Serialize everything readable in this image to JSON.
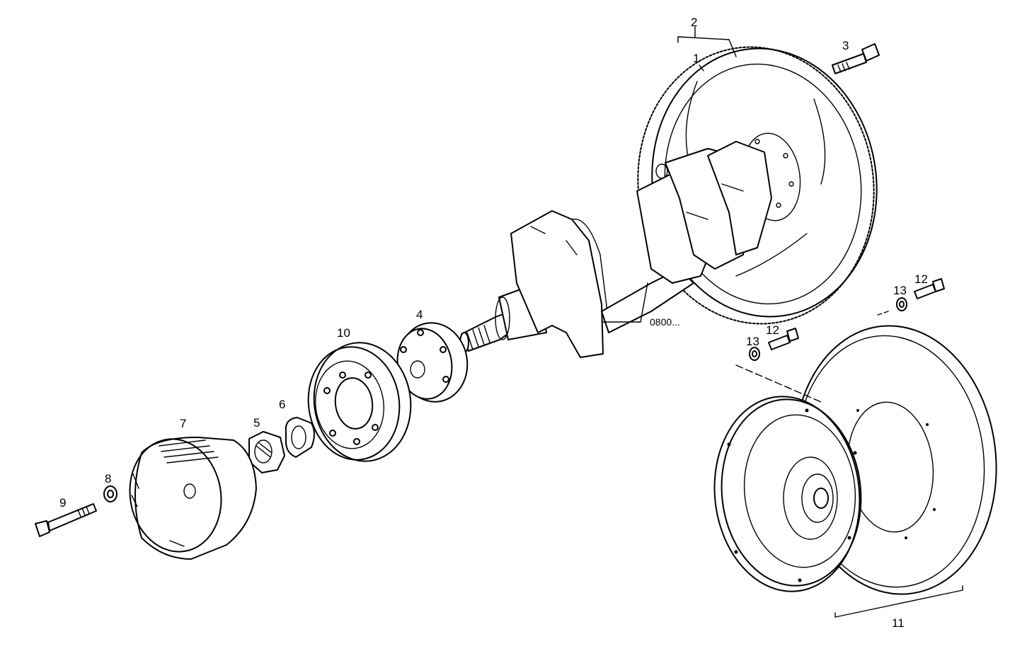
{
  "callouts": {
    "c1": "1",
    "c2": "2",
    "c3": "3",
    "c4": "4",
    "c5": "5",
    "c6": "6",
    "c7": "7",
    "c8": "8",
    "c9": "9",
    "c10": "10",
    "c11": "11",
    "c12a": "12",
    "c12b": "12",
    "c13a": "13",
    "c13b": "13"
  },
  "reference_text": "0800..."
}
